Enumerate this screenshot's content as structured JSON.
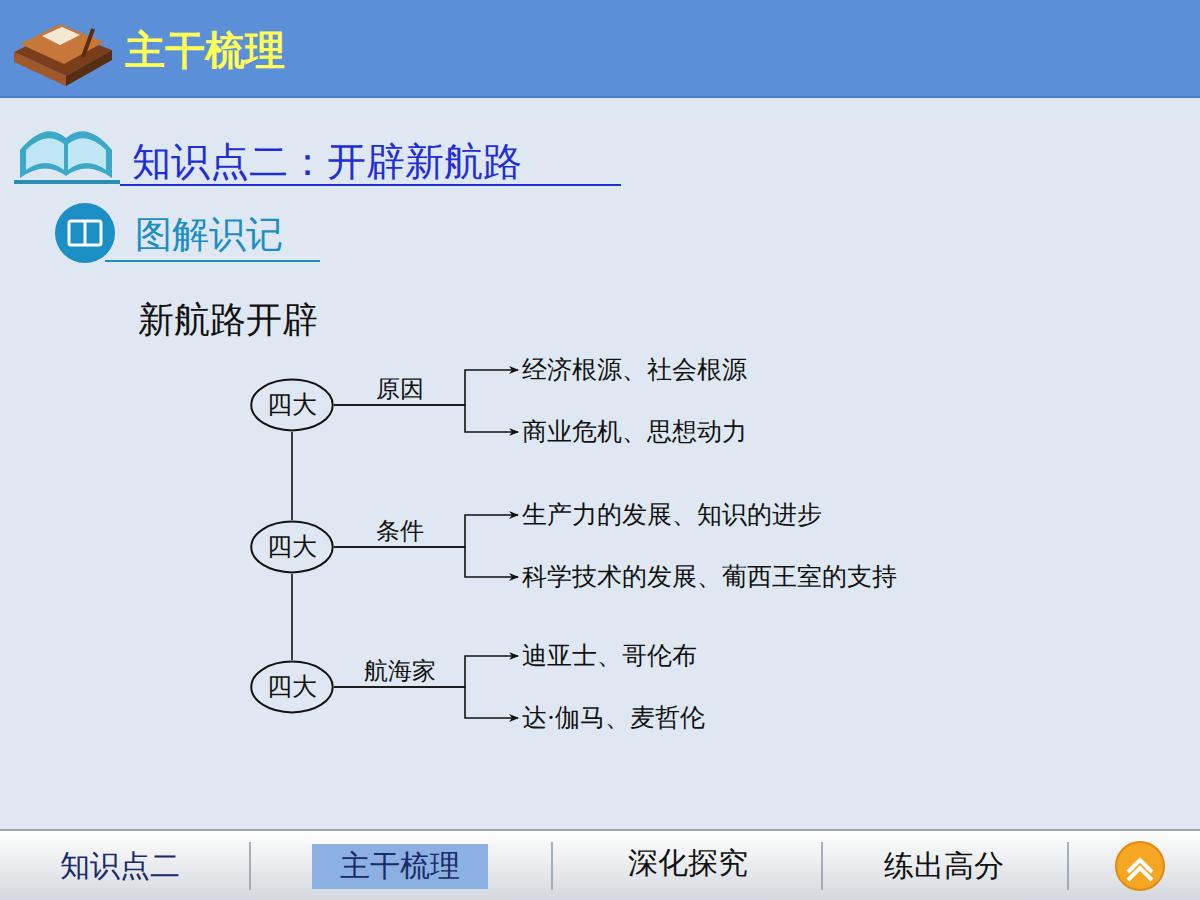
{
  "diagram": {
    "title": "新航路开辟",
    "nodes": [
      {
        "text": [
          "四大"
        ]
      },
      {
        "text": [
          "经济根源、社会根源"
        ]
      },
      {
        "text": [
          "商业危机、思想动力"
        ]
      },
      {
        "text": [
          "四大"
        ]
      },
      {
        "text": [
          "生产力的发展、知识的进步"
        ]
      },
      {
        "text": [
          "科学技术的发展、葡西王室的支持"
        ]
      },
      {
        "text": [
          "四大"
        ]
      },
      {
        "text": [
          "迪亚士、哥伦布"
        ]
      },
      {
        "text": [
          "达·伽马、麦哲伦"
        ]
      }
    ],
    "edges": [
      {
        "from": 0,
        "to": 1,
        "label": "原因",
        "arrow": "to"
      },
      {
        "from": 0,
        "to": 2,
        "arrow": "to"
      },
      {
        "from": 3,
        "to": 4,
        "label": "条件",
        "arrow": "to"
      },
      {
        "from": 3,
        "to": 5,
        "arrow": "to"
      },
      {
        "from": 6,
        "to": 7,
        "label": "航海家",
        "arrow": "to"
      },
      {
        "from": 6,
        "to": 8,
        "arrow": "to"
      },
      {
        "from": 0,
        "to": 3,
        "arrow": "none"
      },
      {
        "from": 3,
        "to": 6,
        "arrow": "none"
      }
    ],
    "labels": [
      "主干梳理",
      "知识点二：开辟新航路",
      "图解识记",
      "知识点二",
      "主干梳理",
      "深化探究",
      "练出高分"
    ]
  }
}
